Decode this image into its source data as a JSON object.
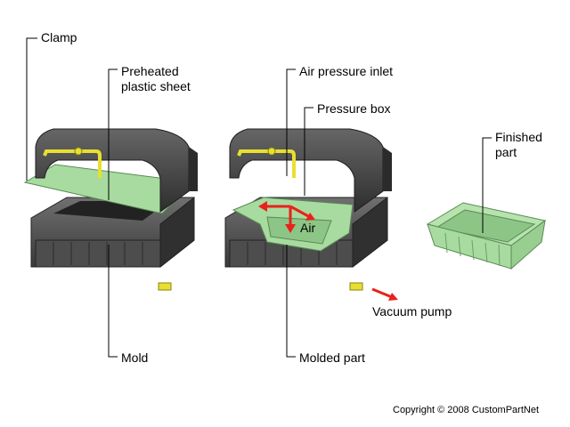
{
  "labels": {
    "clamp": "Clamp",
    "sheet": "Preheated\nplastic sheet",
    "air_inlet": "Air pressure inlet",
    "pressure_box": "Pressure box",
    "finished": "Finished\npart",
    "air": "Air",
    "vacuum": "Vacuum pump",
    "mold": "Mold",
    "molded": "Molded part"
  },
  "copyright": "Copyright © 2008 CustomPartNet",
  "colors": {
    "box": "#3c3c3c",
    "box_side": "#2b2b2b",
    "mold": "#5a5a5a",
    "sheet": "#a8dba0",
    "tube": "#e8e030",
    "arrow": "#e8221a"
  }
}
